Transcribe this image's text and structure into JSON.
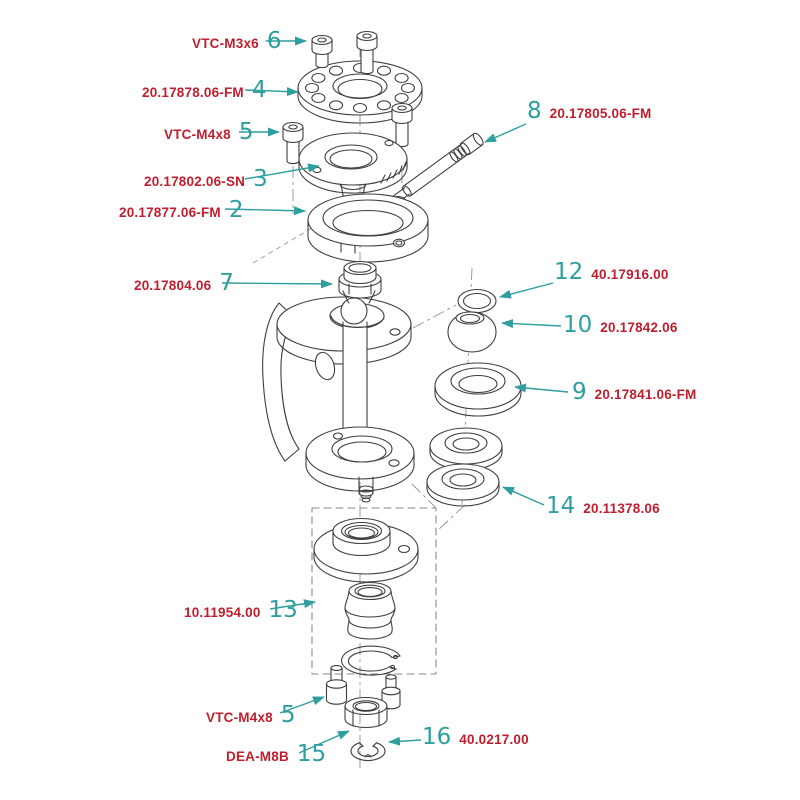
{
  "diagram": {
    "type": "exploded-assembly-drawing",
    "colors": {
      "part_number_text": "#be1e2d",
      "item_number_text": "#2f9e9e",
      "leader_arrow": "#2f9e9e",
      "line_art": "#3f3f3f",
      "background": "#ffffff"
    },
    "labels": [
      {
        "part": "VTC-M3x6",
        "item": "6"
      },
      {
        "part": "20.17878.06-FM",
        "item": "4"
      },
      {
        "part": "VTC-M4x8",
        "item": "5"
      },
      {
        "part": "20.17802.06-SN",
        "item": "3"
      },
      {
        "part": "20.17877.06-FM",
        "item": "2"
      },
      {
        "part": "20.17805.06-FM",
        "item": "8"
      },
      {
        "part": "20.17804.06",
        "item": "7"
      },
      {
        "part": "40.17916.00",
        "item": "12"
      },
      {
        "part": "20.17842.06",
        "item": "10"
      },
      {
        "part": "20.17841.06-FM",
        "item": "9"
      },
      {
        "part": "20.11378.06",
        "item": "14"
      },
      {
        "part": "10.11954.00",
        "item": "13"
      },
      {
        "part": "VTC-M4x8",
        "item": "5"
      },
      {
        "part": "DEA-M8B",
        "item": "15"
      },
      {
        "part": "40.0217.00",
        "item": "16"
      }
    ]
  }
}
